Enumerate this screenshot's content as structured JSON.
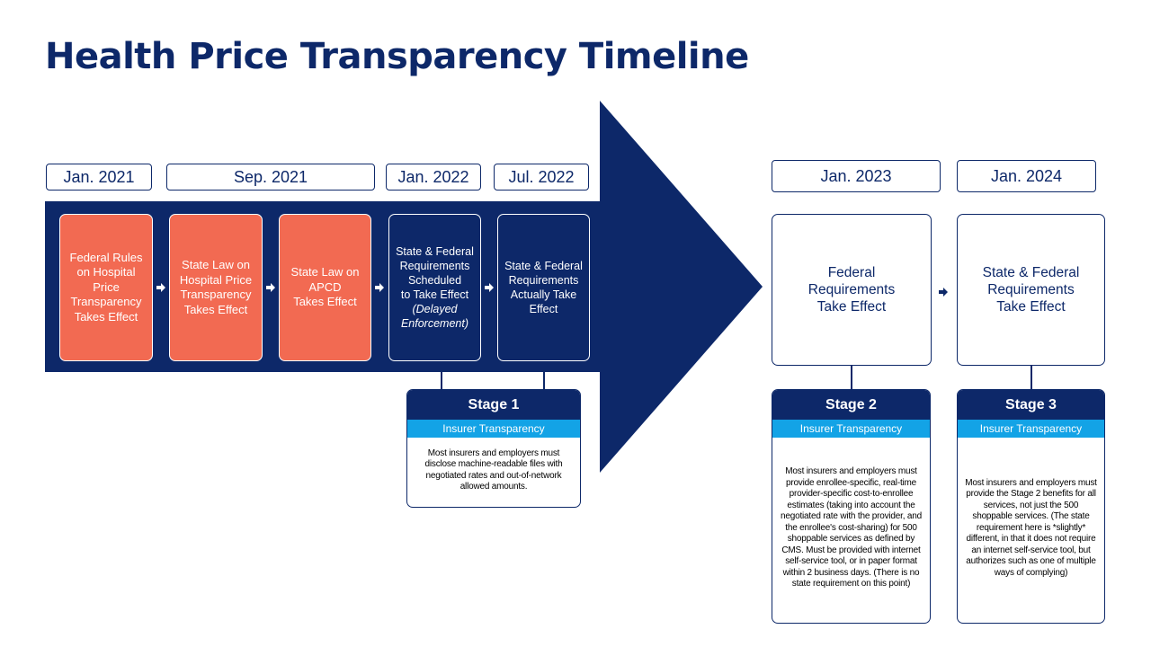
{
  "title": "Health Price Transparency Timeline",
  "dates": [
    "Jan. 2021",
    "Sep. 2021",
    "Jan. 2022",
    "Jul. 2022",
    "Jan. 2023",
    "Jan. 2024"
  ],
  "milestones": [
    {
      "text": "Federal Rules\non Hospital\nPrice\nTransparency\nTakes Effect"
    },
    {
      "text": "State Law on\nHospital Price\nTransparency\nTakes Effect"
    },
    {
      "text": "State Law on\nAPCD\nTakes Effect"
    },
    {
      "text": "State & Federal\nRequirements\nScheduled\nto Take Effect",
      "note": "(Delayed\nEnforcement)"
    },
    {
      "text": "State & Federal\nRequirements\nActually Take\nEffect"
    },
    {
      "text": "Federal\nRequirements\nTake Effect"
    },
    {
      "text": "State & Federal\nRequirements\nTake Effect"
    }
  ],
  "stages": [
    {
      "name": "Stage 1",
      "subtitle": "Insurer Transparency",
      "description": "Most insurers and employers must disclose machine-readable files with negotiated rates and out-of-network allowed amounts."
    },
    {
      "name": "Stage 2",
      "subtitle": "Insurer Transparency",
      "description": "Most insurers and employers must provide enrollee-specific, real-time provider-specific cost-to-enrollee estimates (taking into account the negotiated rate with the provider, and the enrollee's cost-sharing) for 500 shoppable services as defined by CMS. Must be provided with internet self-service tool, or in paper format within 2 business days. (There is no state requirement on this point)"
    },
    {
      "name": "Stage 3",
      "subtitle": "Insurer Transparency",
      "description": "Most insurers and employers must provide the Stage 2 benefits for all services, not just the 500 shoppable services. (The state requirement here is *slightly* different, in that it does not require an internet self-service tool, but authorizes such as one of multiple ways of complying)"
    }
  ],
  "colors": {
    "navy": "#0d2869",
    "orange": "#f26a52",
    "sky": "#13a3e6"
  }
}
